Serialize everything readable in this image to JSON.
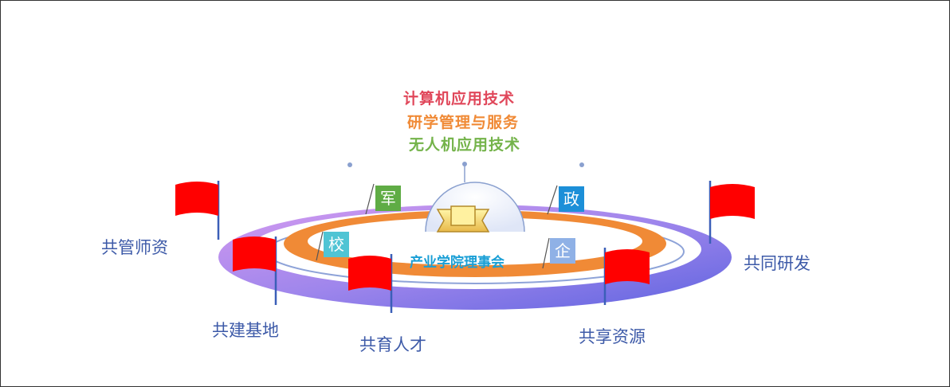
{
  "titles": [
    "计算机应用技术",
    "研学管理与服务",
    "无人机应用技术"
  ],
  "center_label": "产业学院理事会",
  "badges": {
    "jun": "军",
    "zheng": "政",
    "xiao": "校",
    "qi": "企"
  },
  "outer_labels": {
    "gongguan": "共管师资",
    "gongtong": "共同研发",
    "gongjian": "共建基地",
    "gongyu": "共育人才",
    "gongxiang": "共享资源"
  },
  "colors": {
    "title1": "#e0475a",
    "title2": "#f08a36",
    "title3": "#74b34a",
    "outer_ring_start": "#c98de8",
    "outer_ring_end": "#6b6fe6",
    "inner_ring": "#f08a36",
    "label": "#3d5aa8",
    "center_label": "#1a9fd6",
    "flag": "#ff0000"
  }
}
